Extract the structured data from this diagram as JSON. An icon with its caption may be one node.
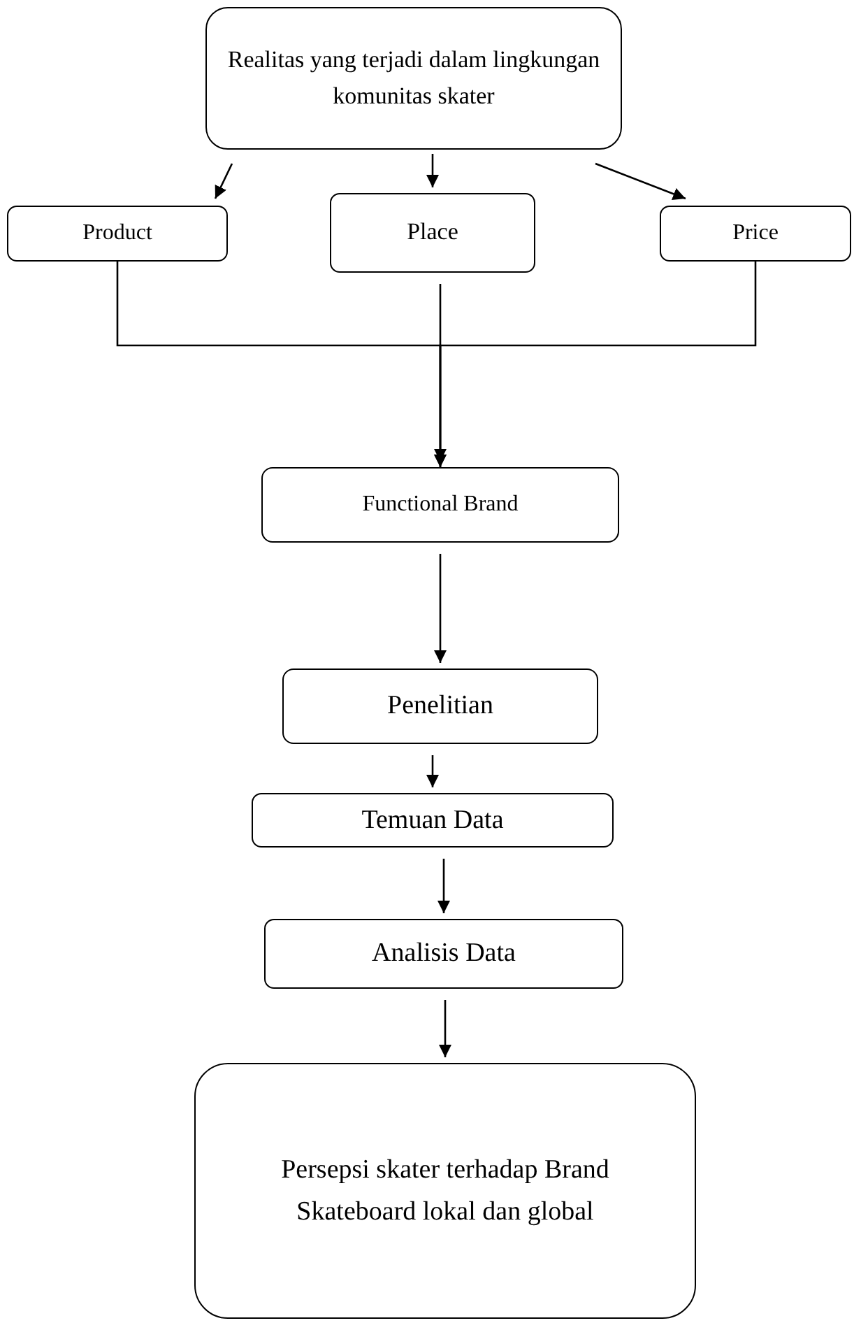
{
  "diagram": {
    "nodes": [
      {
        "text": [
          "Realitas yang terjadi dalam lingkungan komunitas skater"
        ]
      },
      {
        "text": [
          "Product"
        ]
      },
      {
        "text": [
          "Place"
        ]
      },
      {
        "text": [
          "Price"
        ]
      },
      {
        "text": [
          "Functional Brand"
        ]
      },
      {
        "text": [
          "Penelitian"
        ]
      },
      {
        "text": [
          "Temuan Data"
        ]
      },
      {
        "text": [
          "Analisis Data"
        ]
      },
      {
        "text": [
          "Persepsi skater terhadap Brand Skateboard lokal dan global"
        ]
      }
    ],
    "edges": [
      {
        "from": 0,
        "to": 1,
        "arrow": "to"
      },
      {
        "from": 0,
        "to": 2,
        "arrow": "to"
      },
      {
        "from": 0,
        "to": 3,
        "arrow": "to"
      },
      {
        "from": 1,
        "to": 4,
        "arrow": "to"
      },
      {
        "from": 2,
        "to": 4,
        "arrow": "to"
      },
      {
        "from": 3,
        "to": 4,
        "arrow": "to"
      },
      {
        "from": 4,
        "to": 5,
        "arrow": "to"
      },
      {
        "from": 5,
        "to": 6,
        "arrow": "to"
      },
      {
        "from": 6,
        "to": 7,
        "arrow": "to"
      },
      {
        "from": 7,
        "to": 8,
        "arrow": "to"
      }
    ]
  }
}
